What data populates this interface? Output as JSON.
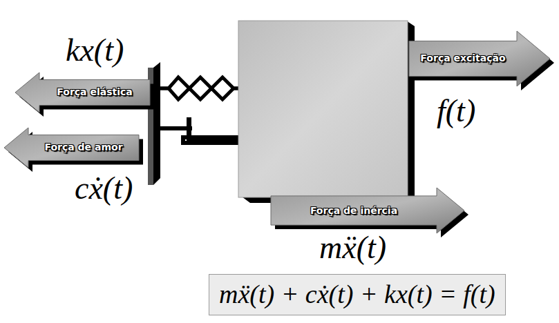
{
  "diagram": {
    "nodes": [
      {
        "text": [
          "Força elástica",
          "kx(t)"
        ]
      },
      {
        "text": [
          "Força de amor",
          "cẋ(t)"
        ]
      },
      {
        "text": [
          "Força excitação",
          "f(t)"
        ]
      },
      {
        "text": [
          "Força de inércia",
          "mẍ(t)"
        ]
      },
      {
        "text": [
          "mẍ(t) + cẋ(t) + kx(t) = f(t)"
        ]
      }
    ]
  }
}
